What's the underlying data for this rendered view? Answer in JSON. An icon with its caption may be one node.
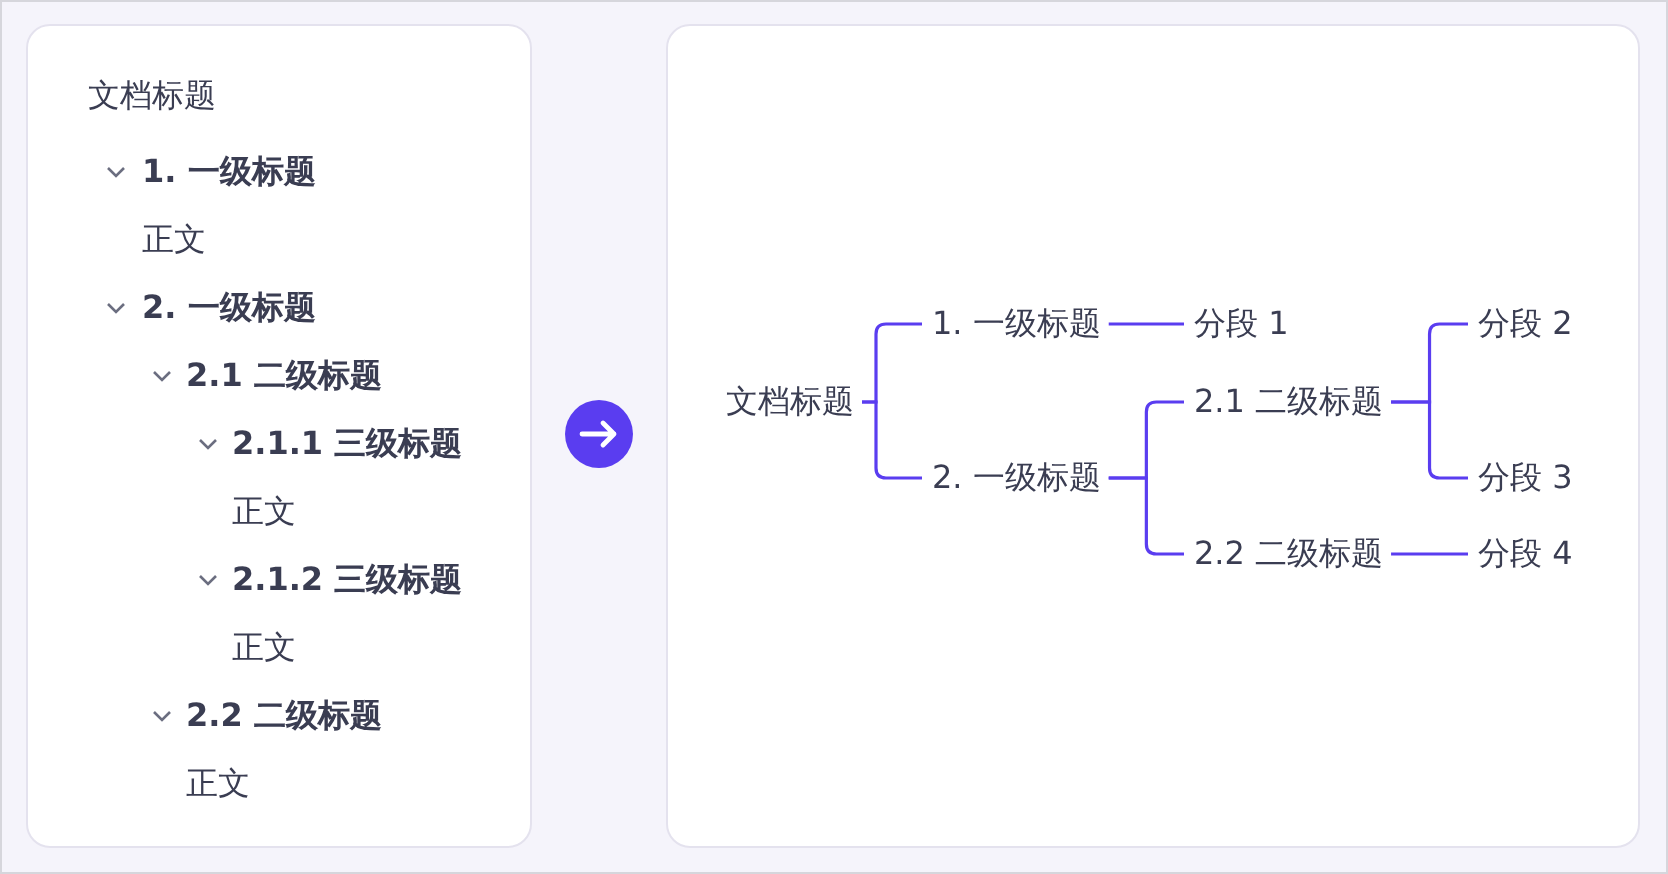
{
  "diagram": {
    "nodes": [
      {
        "text": [
          "文档标题",
          "1. 一级标题",
          "正文",
          "2. 一级标题",
          "2.1 二级标题",
          "2.1.1 三级标题",
          "正文",
          "2.1.2 三级标题",
          "正文",
          "2.2 二级标题",
          "正文"
        ]
      },
      {
        "text": [],
        "shape": "box"
      },
      {
        "text": [
          "文档标题"
        ],
        "in": 1
      },
      {
        "text": [
          "1. 一级标题"
        ],
        "in": 1
      },
      {
        "text": [
          "2. 一级标题"
        ],
        "in": 1
      },
      {
        "text": [
          "分段 1"
        ],
        "in": 1
      },
      {
        "text": [
          "2.1 二级标题"
        ],
        "in": 1
      },
      {
        "text": [
          "2.2 二级标题"
        ],
        "in": 1
      },
      {
        "text": [
          "分段 2"
        ],
        "in": 1
      },
      {
        "text": [
          "分段 3"
        ],
        "in": 1
      },
      {
        "text": [
          "分段 4"
        ],
        "in": 1
      }
    ],
    "edges": [
      {
        "from": 2,
        "to": 3,
        "arrow": "none"
      },
      {
        "from": 2,
        "to": 4,
        "arrow": "none"
      },
      {
        "from": 3,
        "to": 5,
        "arrow": "none"
      },
      {
        "from": 4,
        "to": 6,
        "arrow": "none"
      },
      {
        "from": 4,
        "to": 7,
        "arrow": "none"
      },
      {
        "from": 6,
        "to": 8,
        "arrow": "none"
      },
      {
        "from": 6,
        "to": 9,
        "arrow": "none"
      },
      {
        "from": 7,
        "to": 10,
        "arrow": "none"
      }
    ]
  }
}
